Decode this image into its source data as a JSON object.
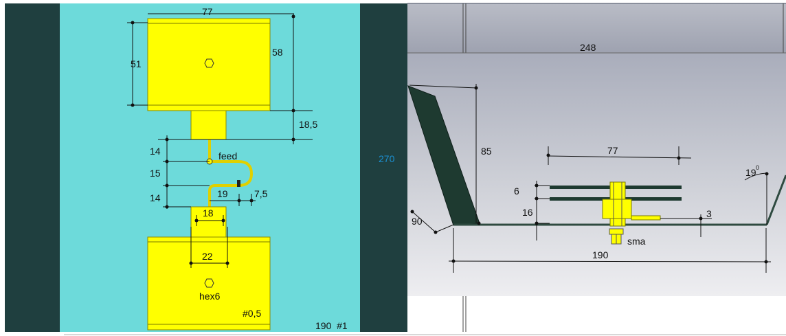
{
  "front_view": {
    "dims": {
      "width_top": "77",
      "height_inner": "51",
      "height_outer": "58",
      "gap_top": "18,5",
      "feed_label": "feed",
      "seg_1": "14",
      "seg_2": "15",
      "seg_3": "14",
      "loop_width": "19",
      "loop_gap": "7,5",
      "stub_width": "18",
      "pad_width": "22",
      "hex_label": "hex6",
      "thickness": "#0,5",
      "bottom_note": "190  #1"
    }
  },
  "center_label": "270",
  "side_view": {
    "dims": {
      "top_width": "248",
      "reflector_height": "85",
      "dipole_width": "77",
      "plate_gap": "6",
      "mount_height": "16",
      "offset": "3",
      "angle_left": "90",
      "angle_right_value": "19",
      "angle_right_unit": "0",
      "connector": "sma",
      "base_width": "190"
    }
  },
  "colors": {
    "panel_bg": "#6ddada",
    "dark_strip": "#1f3f3f",
    "element_yellow": "#ffff00",
    "reflector_dark": "#1e3a30",
    "side_bg_top": "#aeb2bf",
    "side_bg_bottom": "#e8e8ec"
  }
}
